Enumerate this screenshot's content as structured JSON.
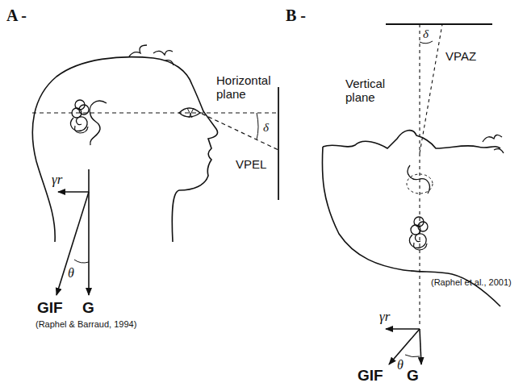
{
  "diagram": {
    "labels": [
      "A -",
      "Horizontal plane",
      "δ",
      "VPEL",
      "γr",
      "GIF",
      "θ",
      "G",
      "(Raphel & Barraud, 1994)",
      "B -",
      "δ",
      "VPAZ",
      "Vertical plane",
      "γr",
      "θ",
      "GIF",
      "G",
      "(Raphel et al., 2001)"
    ]
  }
}
